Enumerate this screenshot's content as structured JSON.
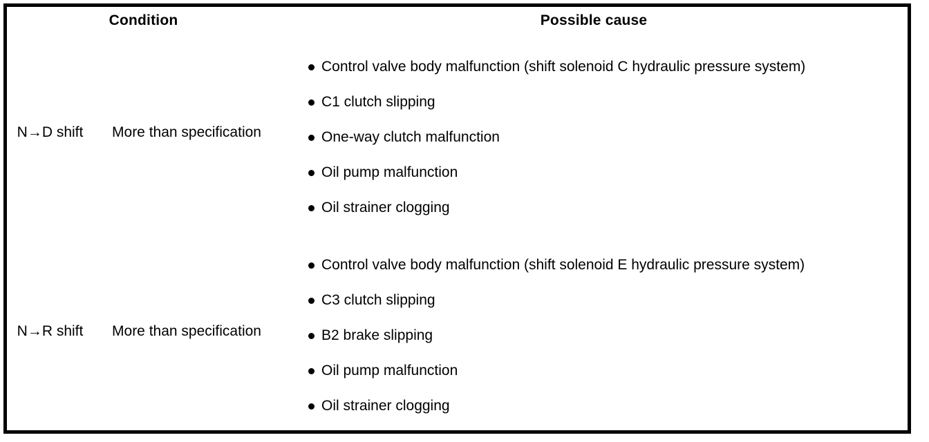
{
  "table": {
    "headers": {
      "condition": "Condition",
      "possible_cause": "Possible cause"
    },
    "rows": [
      {
        "shift": "N→D shift",
        "spec": "More than specification",
        "causes": [
          "Control valve body malfunction (shift solenoid C hydraulic pressure system)",
          "C1 clutch slipping",
          "One-way clutch malfunction",
          "Oil pump malfunction",
          "Oil strainer clogging"
        ]
      },
      {
        "shift": "N→R shift",
        "spec": "More than specification",
        "causes": [
          "Control valve body malfunction (shift solenoid E hydraulic pressure system)",
          "C3 clutch slipping",
          "B2 brake slipping",
          "Oil pump malfunction",
          "Oil strainer clogging"
        ]
      }
    ]
  },
  "colors": {
    "border": "#000000",
    "text": "#000000",
    "background": "#ffffff"
  }
}
